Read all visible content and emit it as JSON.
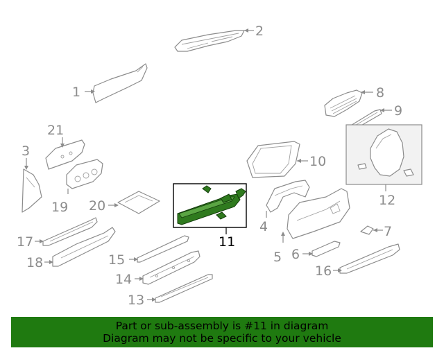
{
  "callouts": {
    "c1": "1",
    "c2": "2",
    "c3": "3",
    "c4": "4",
    "c5": "5",
    "c6": "6",
    "c7": "7",
    "c8": "8",
    "c9": "9",
    "c10": "10",
    "c11": "11",
    "c12": "12",
    "c13": "13",
    "c14": "14",
    "c15": "15",
    "c16": "16",
    "c17": "17",
    "c18": "18",
    "c19": "19",
    "c20": "20",
    "c21": "21"
  },
  "highlighted_part": "11",
  "banner": {
    "line1": "Part or sub-assembly is #11 in diagram",
    "line2": "Diagram may not be specific to your vehicle",
    "background": "#1f7a10",
    "text_color": "#000000"
  },
  "colors": {
    "line": "#8c8c8c",
    "highlight_part": "#2f7a1e",
    "highlight_box": "#000000"
  }
}
